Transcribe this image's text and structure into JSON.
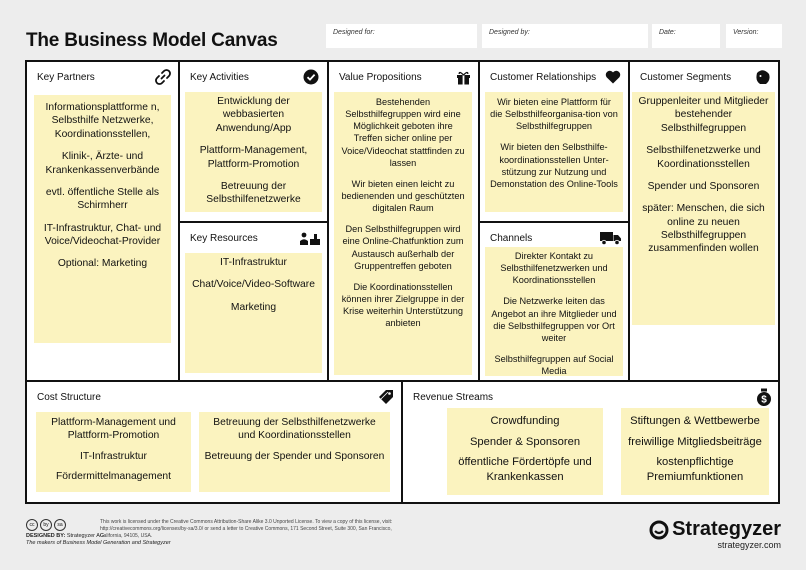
{
  "title": "The Business Model Canvas",
  "meta": {
    "designed_for": "Designed for:",
    "designed_by": "Designed by:",
    "date": "Date:",
    "version": "Version:"
  },
  "blocks": {
    "key_partners": {
      "heading": "Key Partners",
      "notes": [
        [
          "Informationsplattforme n, Selbsthilfe Netzwerke, Koordinationsstellen,",
          "Klinik-, Ärzte- und Krankenkassenverbände",
          "evtl. öffentliche Stelle als Schirmherr",
          "IT-Infrastruktur, Chat- und Voice/Videochat-Provider",
          "Optional: Marketing"
        ]
      ]
    },
    "key_activities": {
      "heading": "Key Activities",
      "notes": [
        [
          "Entwicklung der webbasierten Anwendung/App",
          "Plattform-Management, Plattform-Promotion",
          "Betreuung der Selbsthilfenetzwerke"
        ]
      ]
    },
    "key_resources": {
      "heading": "Key Resources",
      "notes": [
        [
          "IT-Infrastruktur",
          "Chat/Voice/Video-Software",
          "Marketing"
        ]
      ]
    },
    "value_propositions": {
      "heading": "Value Propositions",
      "notes": [
        [
          "Bestehenden Selbsthilfegruppen wird eine Möglichkeit geboten ihre Treffen sicher online per Voice/Videochat stattfinden zu lassen",
          "Wir bieten einen leicht zu bedienenden und geschützten digitalen Raum",
          "Den Selbsthilfegruppen wird eine Online-Chatfunktion zum Austausch außerhalb der Gruppentreffen geboten",
          "Die Koordinationsstellen können ihrer Zielgruppe in der Krise weiterhin Unterstützung anbieten"
        ]
      ]
    },
    "customer_relationships": {
      "heading": "Customer Relationships",
      "notes": [
        [
          "Wir bieten eine Plattform für die Selbsthilfeorganisa-tion von Selbsthilfegruppen",
          "Wir bieten den Selbsthilfe-koordinationsstellen  Unter-stützung zur Nutzung und Demonstation des Online-Tools"
        ]
      ]
    },
    "channels": {
      "heading": "Channels",
      "notes": [
        [
          "Direkter Kontakt zu Selbsthilfenetzwerken und Koordinationsstellen",
          "Die Netzwerke leiten das Angebot an ihre Mitglieder und die Selbsthilfegruppen vor Ort weiter",
          "Selbsthilfegruppen auf Social Media"
        ]
      ]
    },
    "customer_segments": {
      "heading": "Customer Segments",
      "notes": [
        [
          "Gruppenleiter und Mitglieder bestehender Selbsthilfegruppen",
          "Selbsthilfenetzwerke und Koordinationsstellen",
          "Spender und Sponsoren",
          "später: Menschen, die sich online zu neuen Selbsthilfegruppen zusammenfinden wollen"
        ]
      ]
    },
    "cost_structure": {
      "heading": "Cost Structure",
      "notes": [
        [
          "Plattform-Management und Plattform-Promotion",
          "IT-Infrastruktur",
          "Fördermittelmanagement"
        ],
        [
          "Betreuung der Selbsthilfenetzwerke und Koordinationsstellen",
          "Betreuung der Spender und Sponsoren"
        ]
      ]
    },
    "revenue_streams": {
      "heading": "Revenue Streams",
      "notes": [
        [
          "Crowdfunding",
          "Spender & Sponsoren",
          "öffentliche Fördertöpfe und Krankenkassen"
        ],
        [
          "Stiftungen & Wettbewerbe",
          "freiwillige Mitgliedsbeiträge",
          "kostenpflichtige Premiumfunktionen"
        ]
      ]
    }
  },
  "footer": {
    "cc_badges": [
      "cc",
      "by",
      "sa"
    ],
    "license_line1": "This work is licensed under the Creative Commons Attribution-Share Alike 3.0 Unported License. To view a copy of this license, visit:",
    "license_line2": "http://creativecommons.org/licenses/by-sa/3.0/ or send a letter to Creative Commons, 171 Second Street, Suite 300, San Francisco, California, 94105, USA.",
    "designed_by_label": "DESIGNED BY:",
    "designed_by_value": "Strategyzer AG",
    "tagline": "The makers of Business Model Generation and Strategyzer",
    "brand": "Strategyzer",
    "brand_url": "strategyzer.com"
  }
}
